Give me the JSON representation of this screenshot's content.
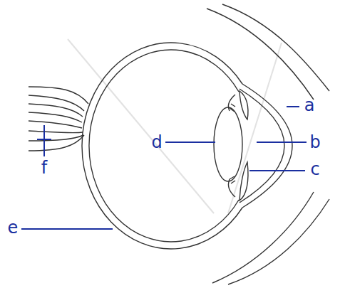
{
  "diagram": {
    "labels": [
      "a",
      "d",
      "b",
      "c",
      "f",
      "e"
    ]
  }
}
